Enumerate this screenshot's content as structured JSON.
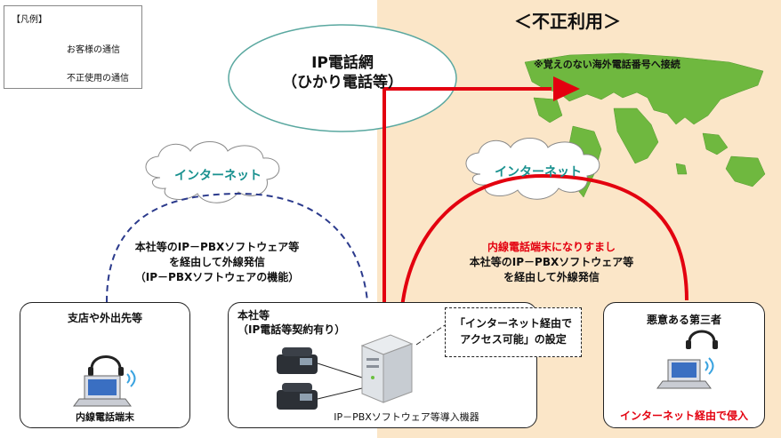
{
  "legend": {
    "title": "【凡例】",
    "customer_comm": "お客様の通信",
    "fraud_comm": "不正使用の通信"
  },
  "fraud_section_title": "＜不正利用＞",
  "ip_network": {
    "line1": "IP電話網",
    "line2": "（ひかり電話等）"
  },
  "overseas_note": "※覚えのない海外電話番号へ接続",
  "internet_left": "インターネット",
  "internet_right": "インターネット",
  "left_caption": {
    "line1": "本社等のIP－PBXソフトウェア等",
    "line2": "を経由して外線発信",
    "line3": "（IP－PBXソフトウェアの機能）"
  },
  "right_caption": {
    "line1": "内線電話端末になりすまし",
    "line2": "本社等のIP－PBXソフトウェア等",
    "line3": "を経由して外線発信"
  },
  "branch_box": {
    "title": "支店や外出先等",
    "terminal": "内線電話端末"
  },
  "hq_box": {
    "title1": "本社等",
    "title2": "（IP電話等契約有り）",
    "equipment": "IP－PBXソフトウェア等導入機器"
  },
  "callout": {
    "line1": "「インターネット経由で",
    "line2": "アクセス可能」の設定"
  },
  "attacker_box": {
    "title": "悪意ある第三者",
    "intrusion": "インターネット経由で侵入"
  },
  "colors": {
    "fraud_red": "#e3000f",
    "customer_blue": "#2b3a8c",
    "fraud_bg": "#fbe6c8",
    "map_green": "#6fb83f",
    "teal_text": "#19918f"
  }
}
